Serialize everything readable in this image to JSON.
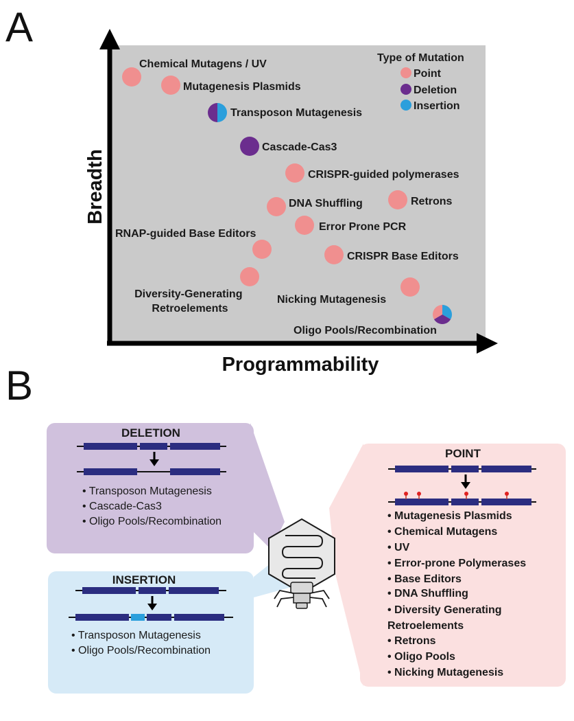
{
  "panel_a": {
    "letter": "A",
    "xlabel": "Programmability",
    "ylabel": "Breadth",
    "legend": {
      "title": "Type of Mutation",
      "items": [
        {
          "label": "Point",
          "color": "#f08f8f"
        },
        {
          "label": "Deletion",
          "color": "#6b2d8e"
        },
        {
          "label": "Insertion",
          "color": "#2b9fdc"
        }
      ]
    },
    "methods": [
      {
        "label": "Chemical Mutagens / UV",
        "types": [
          "point"
        ]
      },
      {
        "label": "Mutagenesis Plasmids",
        "types": [
          "point"
        ]
      },
      {
        "label": "Transposon Mutagenesis",
        "types": [
          "deletion",
          "insertion"
        ]
      },
      {
        "label": "Cascade-Cas3",
        "types": [
          "deletion"
        ]
      },
      {
        "label": "CRISPR-guided polymerases",
        "types": [
          "point"
        ]
      },
      {
        "label": "DNA Shuffling",
        "types": [
          "point"
        ]
      },
      {
        "label": "Retrons",
        "types": [
          "point"
        ]
      },
      {
        "label": "Error Prone PCR",
        "types": [
          "point"
        ]
      },
      {
        "label": "RNAP-guided Base Editors",
        "types": [
          "point"
        ]
      },
      {
        "label": "CRISPR Base Editors",
        "types": [
          "point"
        ]
      },
      {
        "label": "Diversity-Generating Retroelements",
        "types": [
          "point"
        ]
      },
      {
        "label": "Nicking Mutagenesis",
        "types": [
          "point"
        ]
      },
      {
        "label": "Oligo Pools/Recombination",
        "types": [
          "point",
          "deletion",
          "insertion"
        ]
      }
    ]
  },
  "panel_b": {
    "letter": "B",
    "deletion": {
      "title": "DELETION",
      "items": [
        "Transposon Mutagenesis",
        "Cascade-Cas3",
        "Oligo Pools/Recombination"
      ]
    },
    "insertion": {
      "title": "INSERTION",
      "items": [
        "Transposon Mutagenesis",
        "Oligo Pools/Recombination"
      ]
    },
    "point": {
      "title": "POINT",
      "items": [
        "Mutagenesis Plasmids",
        "Chemical Mutagens",
        "UV",
        "Error-prone Polymerases",
        "Base Editors",
        "DNA Shuffling",
        "Diversity Generating",
        "Retroelements",
        "Retrons",
        "Oligo Pools",
        "Nicking Mutagenesis"
      ]
    }
  },
  "colors": {
    "point": "#f08f8f",
    "deletion": "#6b2d8e",
    "insertion": "#2b9fdc",
    "plot_bg": "#cacaca",
    "deletion_box": "#d0c1dd",
    "insertion_box": "#d6eaf7",
    "point_box": "#fbe0e0",
    "dna": "#2b2d80"
  }
}
